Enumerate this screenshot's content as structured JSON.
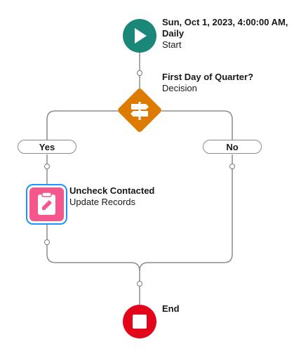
{
  "start_node": {
    "title": "Sun, Oct 1, 2023, 4:00:00 AM, Daily",
    "subtitle": "Start",
    "color": "#1a8779",
    "icon": "play-icon"
  },
  "decision_node": {
    "title": "First Day of Quarter?",
    "subtitle": "Decision",
    "color": "#dd7a01",
    "icon": "signpost-icon"
  },
  "outcomes": {
    "yes_label": "Yes",
    "no_label": "No"
  },
  "update_node": {
    "title": "Uncheck Contacted",
    "subtitle": "Update Records",
    "color": "#f5578c",
    "selection_color": "#1b96ff",
    "icon": "clipboard-edit-icon"
  },
  "end_node": {
    "title": "End",
    "color": "#e3051b",
    "icon": "stop-icon"
  }
}
